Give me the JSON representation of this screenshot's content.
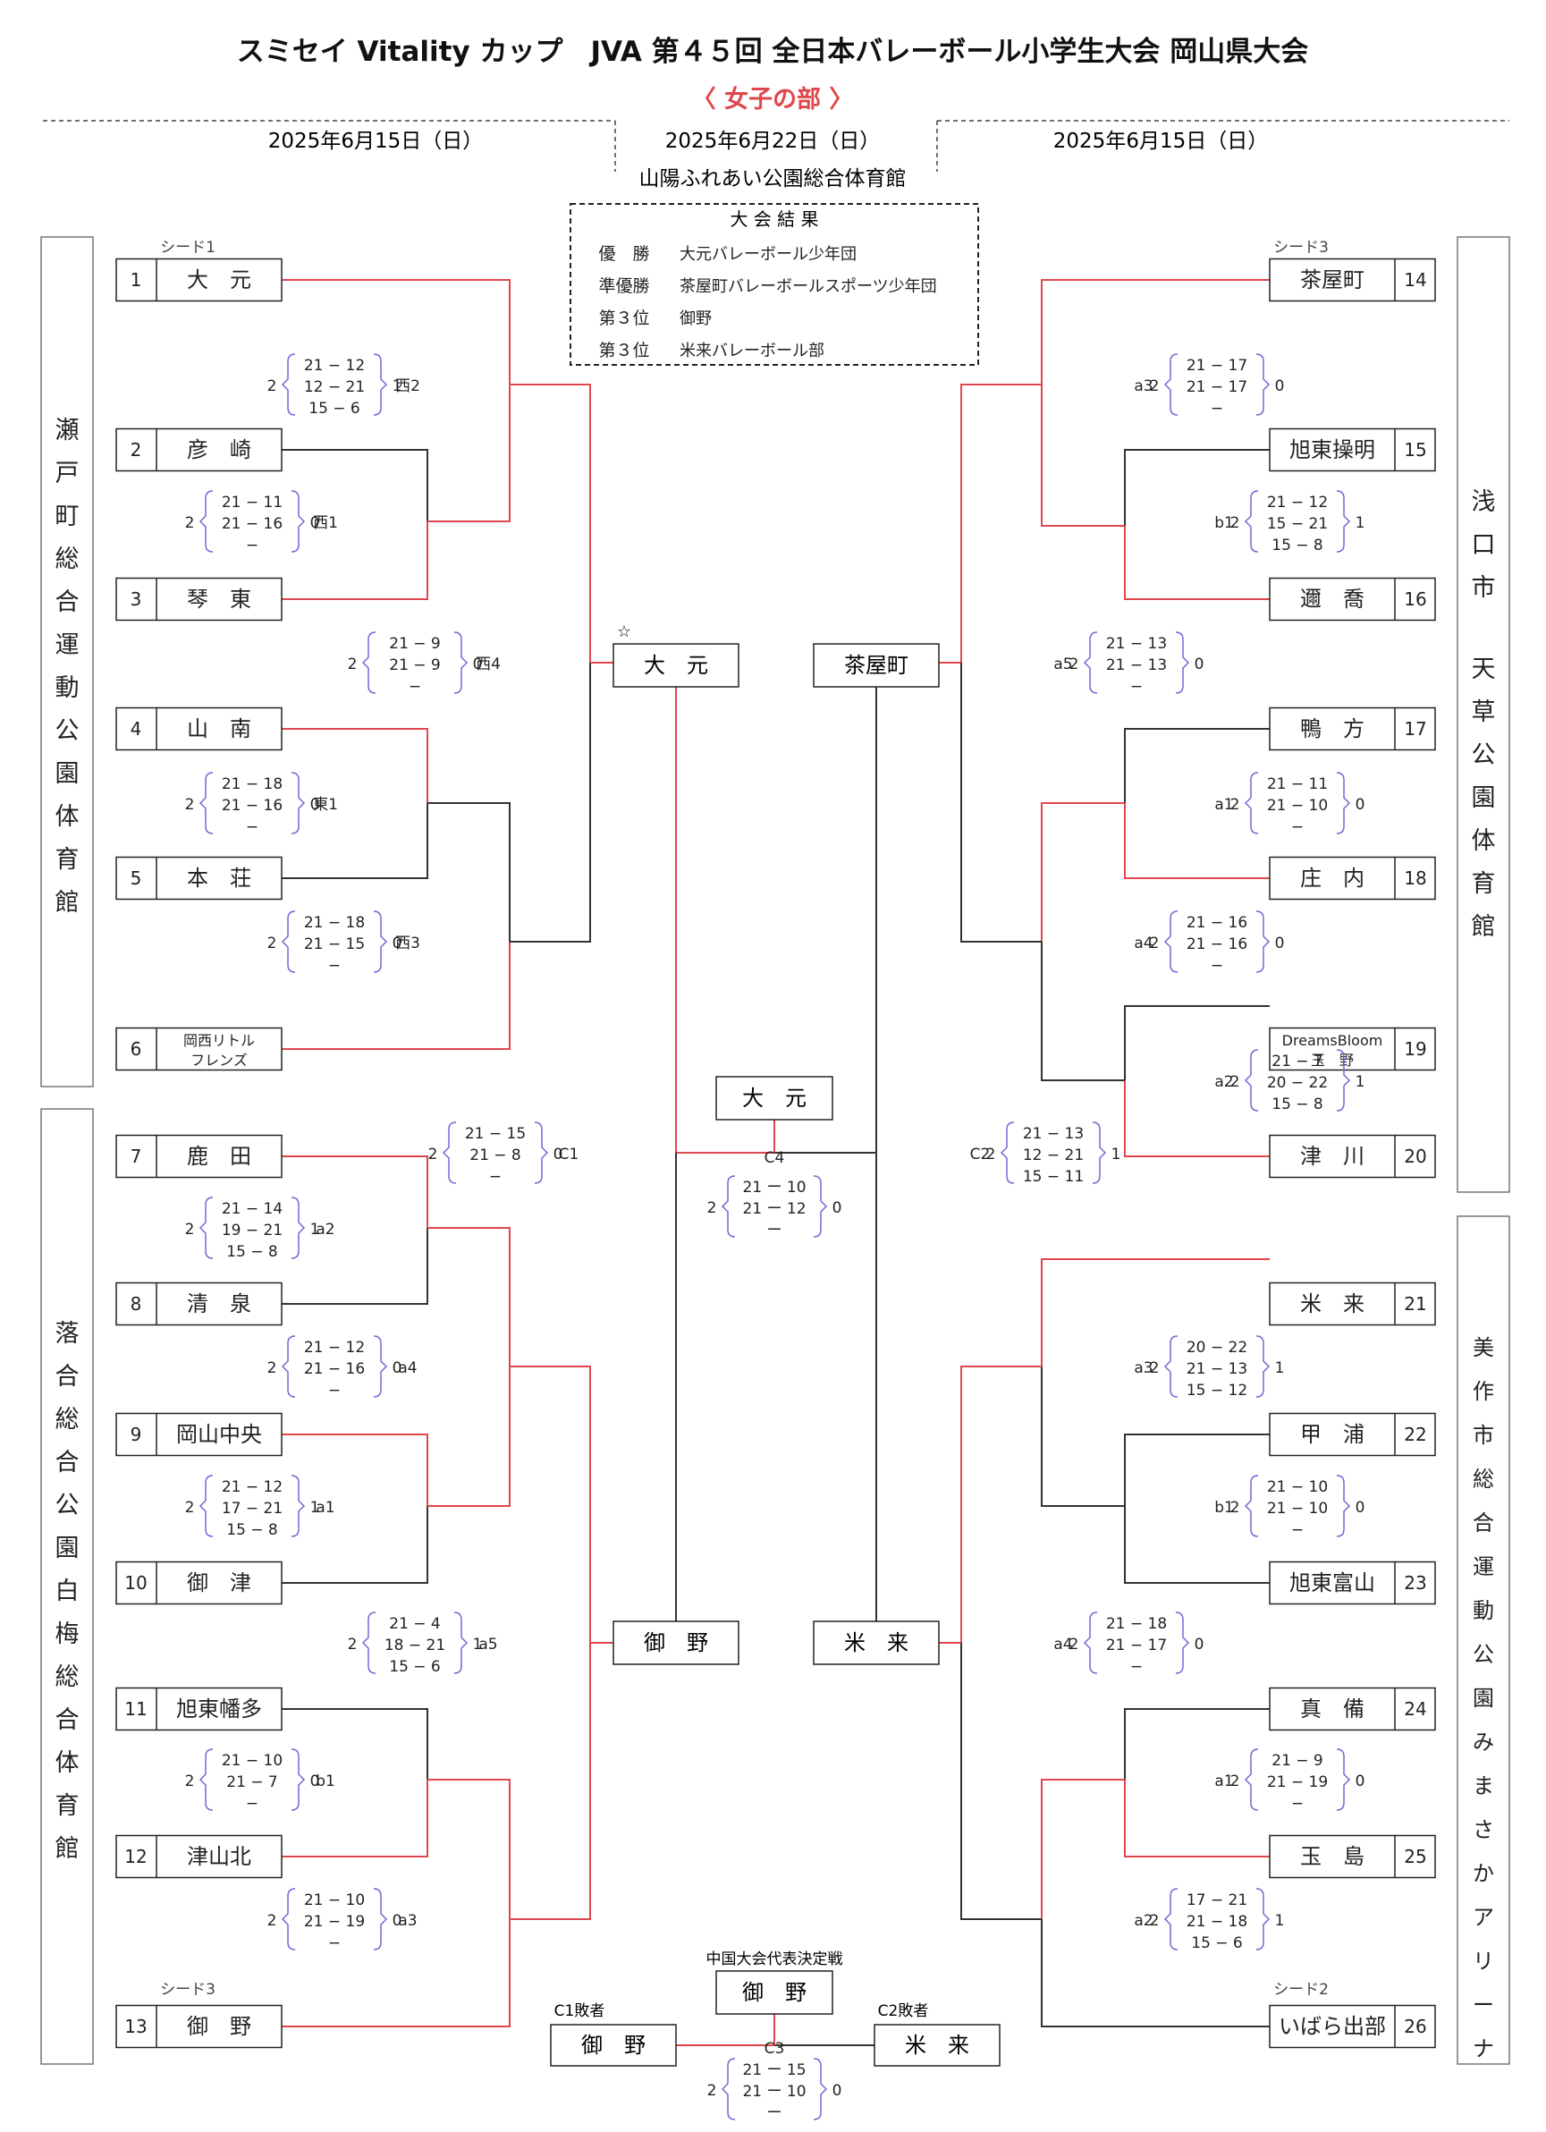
{
  "header": {
    "title": "スミセイ Vitality カップ　JVA 第４５回 全日本バレーボール小学生大会 岡山県大会",
    "subtitle": "〈 女子の部 〉",
    "date_left": "2025年6月15日（日）",
    "date_center": "2025年6月22日（日）",
    "venue_center": "山陽ふれあい公園総合体育館",
    "date_right": "2025年6月15日（日）"
  },
  "results": {
    "title": "大 会 結 果",
    "rows": [
      {
        "rank": "優　勝",
        "team": "大元バレーボール少年団"
      },
      {
        "rank": "準優勝",
        "team": "茶屋町バレーボールスポーツ少年団"
      },
      {
        "rank": "第３位",
        "team": "御野"
      },
      {
        "rank": "第３位",
        "team": "米来バレーボール部"
      }
    ]
  },
  "venues": {
    "left_top": "瀬戸町総合運動公園体育館",
    "left_bottom": "落合総合公園白梅総合体育館",
    "right_top": "浅口市　天草公園体育館",
    "right_bottom": "美作市総合運動公園みまさかアリーナ"
  },
  "seeds": {
    "s1": "シード1",
    "s3_left": "シード3",
    "s3_right": "シード3",
    "s2": "シード2"
  },
  "teams_left": [
    {
      "num": "1",
      "name": "大　元"
    },
    {
      "num": "2",
      "name": "彦　崎"
    },
    {
      "num": "3",
      "name": "琴　東"
    },
    {
      "num": "4",
      "name": "山　南"
    },
    {
      "num": "5",
      "name": "本　荘"
    },
    {
      "num": "6",
      "name": "岡西リトル\nフレンズ"
    },
    {
      "num": "7",
      "name": "鹿　田"
    },
    {
      "num": "8",
      "name": "清　泉"
    },
    {
      "num": "9",
      "name": "岡山中央"
    },
    {
      "num": "10",
      "name": "御　津"
    },
    {
      "num": "11",
      "name": "旭東幡多"
    },
    {
      "num": "12",
      "name": "津山北"
    },
    {
      "num": "13",
      "name": "御　野"
    }
  ],
  "teams_right": [
    {
      "num": "14",
      "name": "茶屋町"
    },
    {
      "num": "15",
      "name": "旭東操明"
    },
    {
      "num": "16",
      "name": "邇　喬"
    },
    {
      "num": "17",
      "name": "鴨　方"
    },
    {
      "num": "18",
      "name": "庄　内"
    },
    {
      "num": "19",
      "name": "DreamsBloom\n玉　野"
    },
    {
      "num": "20",
      "name": "津　川"
    },
    {
      "num": "21",
      "name": "米　来"
    },
    {
      "num": "22",
      "name": "甲　浦"
    },
    {
      "num": "23",
      "name": "旭東富山"
    },
    {
      "num": "24",
      "name": "真　備"
    },
    {
      "num": "25",
      "name": "玉　島"
    },
    {
      "num": "26",
      "name": "いばら出部"
    }
  ],
  "advance": {
    "left_top": "大　元",
    "right_top": "茶屋町",
    "left_bottom": "御　野",
    "right_bottom": "米　来",
    "champion": "大　元",
    "star": "☆"
  },
  "third_place": {
    "heading": "中国大会代表決定戦",
    "winner": "御　野",
    "c1_label": "C1敗者",
    "c2_label": "C2敗者",
    "c1_team": "御　野",
    "c2_team": "米　来"
  },
  "scores": [
    {
      "id": "nishi2",
      "label": "西2",
      "lt": "2",
      "rt": "1",
      "sets": [
        "21 − 12",
        "12 − 21",
        "15 − 6"
      ]
    },
    {
      "id": "nishi1",
      "label": "西1",
      "lt": "2",
      "rt": "0",
      "sets": [
        "21 − 11",
        "21 − 16",
        "−"
      ]
    },
    {
      "id": "nishi4",
      "label": "西4",
      "lt": "2",
      "rt": "0",
      "sets": [
        "21 − 9",
        "21 − 9",
        "−"
      ]
    },
    {
      "id": "higashi1",
      "label": "東1",
      "lt": "2",
      "rt": "0",
      "sets": [
        "21 − 18",
        "21 − 16",
        "−"
      ]
    },
    {
      "id": "nishi3",
      "label": "西3",
      "lt": "2",
      "rt": "0",
      "sets": [
        "21 − 18",
        "21 − 15",
        "−"
      ]
    },
    {
      "id": "la2",
      "label": "a2",
      "lt": "2",
      "rt": "1",
      "sets": [
        "21 − 14",
        "19 − 21",
        "15 − 8"
      ]
    },
    {
      "id": "la4",
      "label": "a4",
      "lt": "2",
      "rt": "0",
      "sets": [
        "21 − 12",
        "21 − 16",
        "−"
      ]
    },
    {
      "id": "la1",
      "label": "a1",
      "lt": "2",
      "rt": "1",
      "sets": [
        "21 − 12",
        "17 − 21",
        "15 − 8"
      ]
    },
    {
      "id": "la5",
      "label": "a5",
      "lt": "2",
      "rt": "1",
      "sets": [
        "21 − 4",
        "18 − 21",
        "15 − 6"
      ]
    },
    {
      "id": "lb1",
      "label": "b1",
      "lt": "2",
      "rt": "0",
      "sets": [
        "21 − 10",
        "21 − 7",
        "−"
      ]
    },
    {
      "id": "la3",
      "label": "a3",
      "lt": "2",
      "rt": "0",
      "sets": [
        "21 − 10",
        "21 − 19",
        "−"
      ]
    },
    {
      "id": "c1",
      "label": "C1",
      "lt": "2",
      "rt": "0",
      "sets": [
        "21 − 15",
        "21 − 8",
        "−"
      ]
    },
    {
      "id": "c4",
      "label": "C4",
      "lt": "2",
      "rt": "0",
      "sets": [
        "21 ー 10",
        "21 ー 12",
        "ー"
      ]
    },
    {
      "id": "c2",
      "label": "C2",
      "lt": "2",
      "rt": "1",
      "sets": [
        "21 − 13",
        "12 − 21",
        "15 − 11"
      ]
    },
    {
      "id": "c3",
      "label": "C3",
      "lt": "2",
      "rt": "0",
      "sets": [
        "21 ー 15",
        "21 ー 10",
        "ー"
      ]
    },
    {
      "id": "ra3",
      "label": "a3",
      "lt": "2",
      "rt": "0",
      "sets": [
        "21 − 17",
        "21 − 17",
        "−"
      ]
    },
    {
      "id": "rb1",
      "label": "b1",
      "lt": "2",
      "rt": "1",
      "sets": [
        "21 − 12",
        "15 − 21",
        "15 − 8"
      ]
    },
    {
      "id": "ra5",
      "label": "a5",
      "lt": "2",
      "rt": "0",
      "sets": [
        "21 − 13",
        "21 − 13",
        "−"
      ]
    },
    {
      "id": "ra1",
      "label": "a1",
      "lt": "2",
      "rt": "0",
      "sets": [
        "21 − 11",
        "21 − 10",
        "−"
      ]
    },
    {
      "id": "ra4",
      "label": "a4",
      "lt": "2",
      "rt": "0",
      "sets": [
        "21 − 16",
        "21 − 16",
        "−"
      ]
    },
    {
      "id": "ra2",
      "label": "a2",
      "lt": "2",
      "rt": "1",
      "sets": [
        "21 − 7",
        "20 − 22",
        "15 − 8"
      ]
    },
    {
      "id": "rba3",
      "label": "a3",
      "lt": "2",
      "rt": "1",
      "sets": [
        "20 − 22",
        "21 − 13",
        "15 − 12"
      ]
    },
    {
      "id": "rbb1",
      "label": "b1",
      "lt": "2",
      "rt": "0",
      "sets": [
        "21 − 10",
        "21 − 10",
        "−"
      ]
    },
    {
      "id": "rba4",
      "label": "a4",
      "lt": "2",
      "rt": "0",
      "sets": [
        "21 − 18",
        "21 − 17",
        "−"
      ]
    },
    {
      "id": "rba1",
      "label": "a1",
      "lt": "2",
      "rt": "0",
      "sets": [
        "21 − 9",
        "21 − 19",
        "−"
      ]
    },
    {
      "id": "rba2",
      "label": "a2",
      "lt": "2",
      "rt": "1",
      "sets": [
        "17 − 21",
        "21 − 18",
        "15 − 6"
      ]
    }
  ],
  "colors": {
    "winner_line": "#e0474c",
    "normal_line": "#333333",
    "brace": "#6b6bd6",
    "accent_text": "#e0474c"
  }
}
